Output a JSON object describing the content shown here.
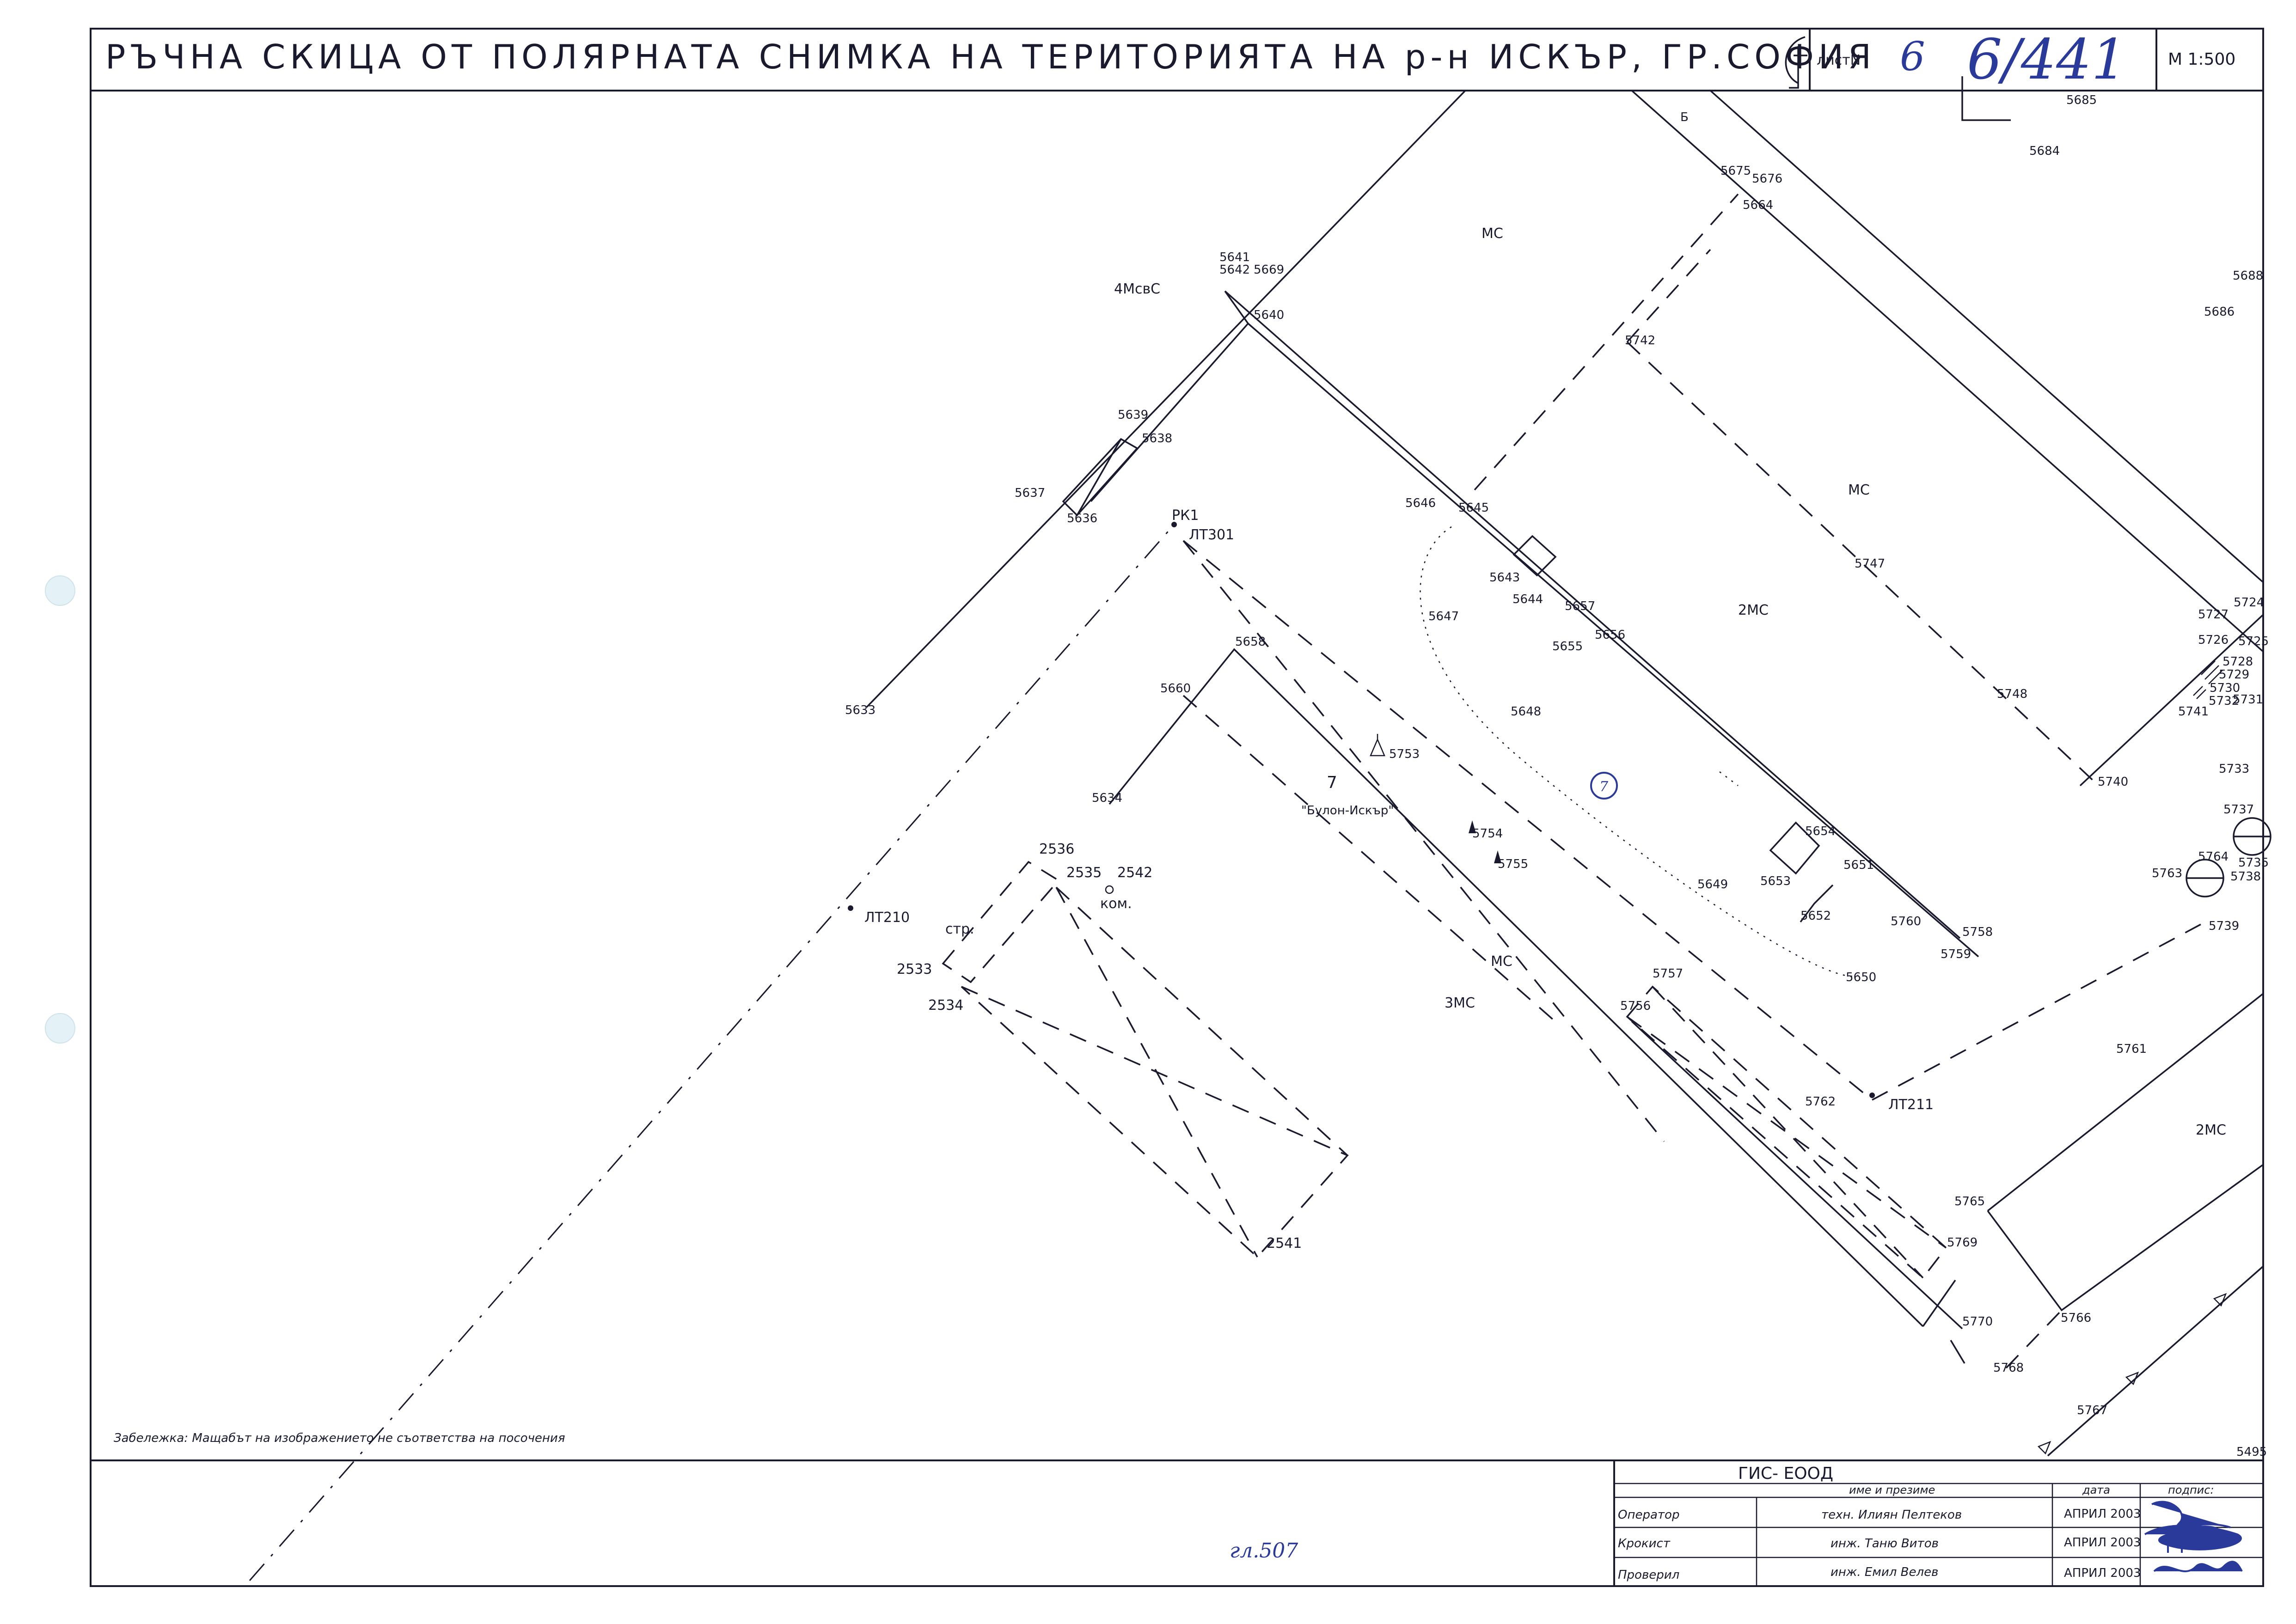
{
  "title": "РЪЧНА СКИЦА ОТ ПОЛЯРНАТА СНИМКА НА ТЕРИТОРИЯТА НА р-н ИСКЪР, ГР.СОФИЯ",
  "sheet": {
    "label": "листN",
    "number": "6",
    "handwritten": "6/441"
  },
  "scale": "M 1:500",
  "note": "Забележка: Мащабът на изображението не съответства на посочения",
  "footer_handwritten": "гл.507",
  "titleblock": {
    "company": "ГИС- ЕООД",
    "col_name": "име и презиме",
    "col_date": "дата",
    "col_sign": "подпис:",
    "rows": [
      {
        "role": "Оператор",
        "name": "техн. Илиян Пелтеков",
        "date": "АПРИЛ 2003"
      },
      {
        "role": "Крокист",
        "name": "инж. Таню Витов",
        "date": "АПРИЛ 2003"
      },
      {
        "role": "Проверил",
        "name": "инж. Емил Велев",
        "date": "АПРИЛ 2003"
      }
    ]
  },
  "areas": {
    "a1": "МС",
    "a2": "4МсвС",
    "a3": "МС",
    "a4": "2МС",
    "a5": "7",
    "a6": "\"Булон-Искър\"",
    "a7": "МС",
    "a8": "3МС",
    "a9": "2МС",
    "a10": "стр.",
    "a11": "ком.",
    "a12": "Б",
    "circled": "7"
  },
  "stations": {
    "s1": "РК1",
    "s2": "ЛТ301",
    "s3": "ЛТ210",
    "s4": "ЛТ211"
  },
  "points": {
    "p5685": "5685",
    "p5684": "5684",
    "p5675": "5675",
    "p5676": "5676",
    "p5664": "5664",
    "p5641": "5641",
    "p5642": "5642",
    "p5669": "5669",
    "p5640": "5640",
    "p5688": "5688",
    "p5686": "5686",
    "p5742": "5742",
    "p5639": "5639",
    "p5638": "5638",
    "p5637": "5637",
    "p5636": "5636",
    "p5646": "5646",
    "p5645": "5645",
    "p5643": "5643",
    "p5644": "5644",
    "p5657": "5657",
    "p5656": "5656",
    "p5655": "5655",
    "p5647": "5647",
    "p5747": "5747",
    "p5727": "5727",
    "p5724": "5724",
    "p5726": "5726",
    "p5725": "5725",
    "p5728": "5728",
    "p5729": "5729",
    "p5730": "5730",
    "p5732": "5732",
    "p5731": "5731",
    "p5741": "5741",
    "p5658": "5658",
    "p5660": "5660",
    "p5633": "5633",
    "p5648": "5648",
    "p5748": "5748",
    "p5753": "5753",
    "p5740": "5740",
    "p5733": "5733",
    "p5634": "5634",
    "p5737": "5737",
    "p5754": "5754",
    "p5755": "5755",
    "p5654": "5654",
    "p5764": "5764",
    "p5735": "5735",
    "p5763": "5763",
    "p5738": "5738",
    "p2536": "2536",
    "p2535": "2535",
    "p2542": "2542",
    "p5651": "5651",
    "p5653": "5653",
    "p5649": "5649",
    "p5652": "5652",
    "p5760": "5760",
    "p5739": "5739",
    "p5758": "5758",
    "p5759": "5759",
    "p2533": "2533",
    "p5650": "5650",
    "p5757": "5757",
    "p2534": "2534",
    "p5756": "5756",
    "p5761": "5761",
    "p5762": "5762",
    "p5765": "5765",
    "p5769": "5769",
    "p2541": "2541",
    "p5770": "5770",
    "p5766": "5766",
    "p5768": "5768",
    "p5767": "5767",
    "p5495": "5495"
  },
  "colors": {
    "ink": "#1a1a2e",
    "handwriting": "#2a3a9a",
    "punch_hole": "#e4f1f6"
  }
}
